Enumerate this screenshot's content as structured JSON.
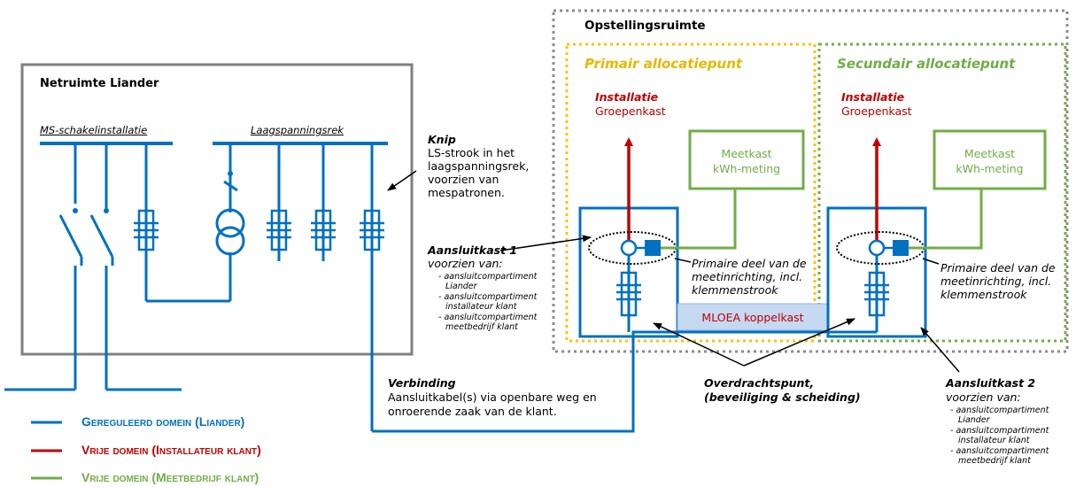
{
  "colors": {
    "blue": "#0070c0",
    "red": "#c00000",
    "green": "#70ad47",
    "yellow": "#ffc000",
    "grey": "#7f7f7f",
    "light_blue_fill": "#c5d9f1"
  },
  "opstelling": {
    "title": "Opstellingsruimte"
  },
  "netruimte": {
    "title": "Netruimte Liander",
    "ms_label": "MS-schakelinstallatie",
    "ls_label": "Laagspanningsrek"
  },
  "knip": {
    "title": "Knip",
    "lines": [
      "LS-strook in het",
      "laagspanningsrek,",
      "voorzien van",
      "mespatronen."
    ]
  },
  "primair": {
    "title": "Primair allocatiepunt",
    "installatie": "Installatie",
    "groepenkast": "Groepenkast",
    "meetkast": "Meetkast",
    "kwh": "kWh-meting",
    "meetinrichting": [
      "Primaire deel van de",
      "meetinrichting, incl.",
      "klemmenstrook"
    ]
  },
  "secundair": {
    "title": "Secundair allocatiepunt",
    "installatie": "Installatie",
    "groepenkast": "Groepenkast",
    "meetkast": "Meetkast",
    "kwh": "kWh-meting",
    "meetinrichting": [
      "Primaire deel van de",
      "meetinrichting, incl.",
      "klemmenstrook"
    ]
  },
  "mloea": "MLOEA koppelkast",
  "aansluitkast1": {
    "title": "Aansluitkast 1",
    "subtitle": "voorzien van:",
    "items": [
      "- aansluitcompartiment",
      "Liander",
      "- aansluitcompartiment",
      "installateur klant",
      "- aansluitcompartiment",
      "meetbedrijf klant"
    ]
  },
  "aansluitkast2": {
    "title": "Aansluitkast 2",
    "subtitle": "voorzien van:",
    "items": [
      "- aansluitcompartiment",
      "Liander",
      "- aansluitcompartiment",
      "installateur klant",
      "- aansluitcompartiment",
      "meetbedrijf klant"
    ]
  },
  "verbinding": {
    "title": "Verbinding",
    "lines": [
      "Aansluitkabel(s) via openbare weg en",
      "onroerende zaak van de klant."
    ]
  },
  "overdracht": {
    "lines": [
      "Overdrachtspunt,",
      "(beveiliging & scheiding)"
    ]
  },
  "legend": [
    {
      "label": "Gereguleerd domein (Liander)",
      "color": "#0070c0"
    },
    {
      "label": "Vrije domein (Installateur klant)",
      "color": "#c00000"
    },
    {
      "label": "Vrije domein (Meetbedrijf klant)",
      "color": "#70ad47"
    }
  ]
}
